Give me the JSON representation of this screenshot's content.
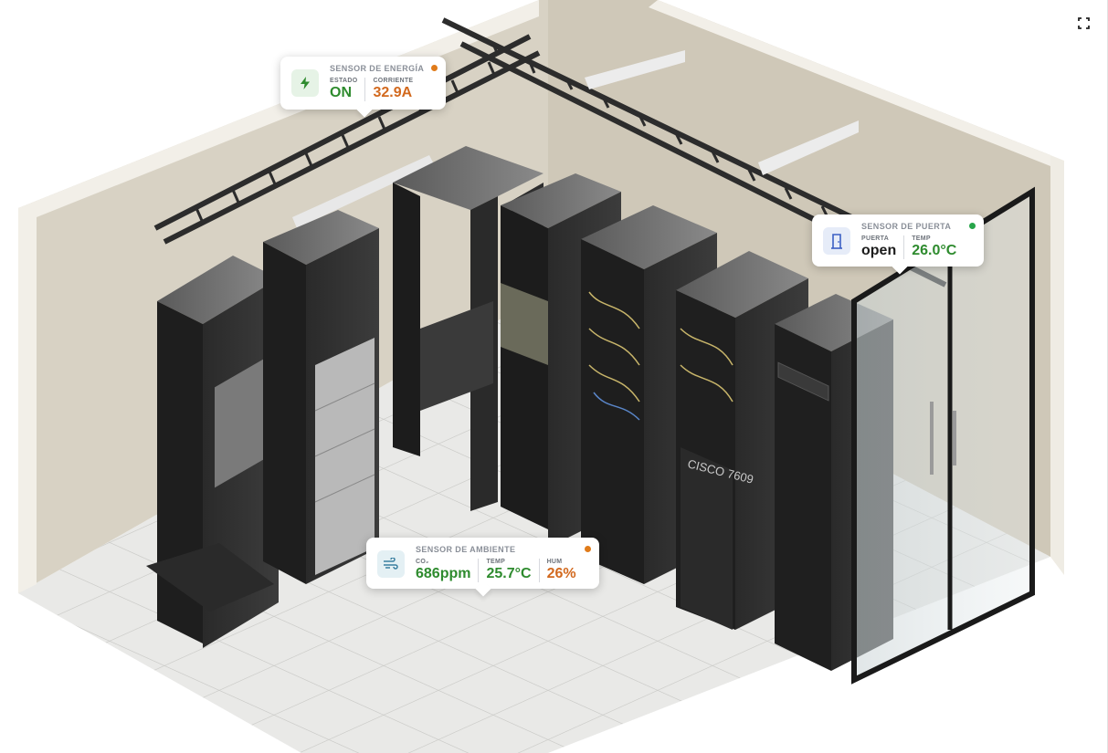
{
  "colors": {
    "green": "#2e8b2e",
    "orange": "#d2691e",
    "dark": "#1c1c1c",
    "status_orange": "#e07b1a",
    "status_green": "#27a54a"
  },
  "toolbar": {
    "fullscreen_icon": "fullscreen-icon"
  },
  "scene": {
    "rack_label": "CISCO 7609"
  },
  "sensors": {
    "energy": {
      "title": "SENSOR DE ENERGÍA",
      "icon": "lightning-icon",
      "status_dot": "orange",
      "metrics": [
        {
          "label": "ESTADO",
          "value": "ON"
        },
        {
          "label": "CORRIENTE",
          "value": "32.9A"
        }
      ]
    },
    "door": {
      "title": "SENSOR DE PUERTA",
      "icon": "door-icon",
      "status_dot": "green",
      "metrics": [
        {
          "label": "PUERTA",
          "value": "open"
        },
        {
          "label": "TEMP",
          "value": "26.0°C"
        }
      ]
    },
    "ambient": {
      "title": "SENSOR DE AMBIENTE",
      "icon": "wind-icon",
      "status_dot": "orange",
      "metrics": [
        {
          "label": "CO₂",
          "value": "686ppm"
        },
        {
          "label": "TEMP",
          "value": "25.7°C"
        },
        {
          "label": "HUM",
          "value": "26%"
        }
      ]
    }
  }
}
